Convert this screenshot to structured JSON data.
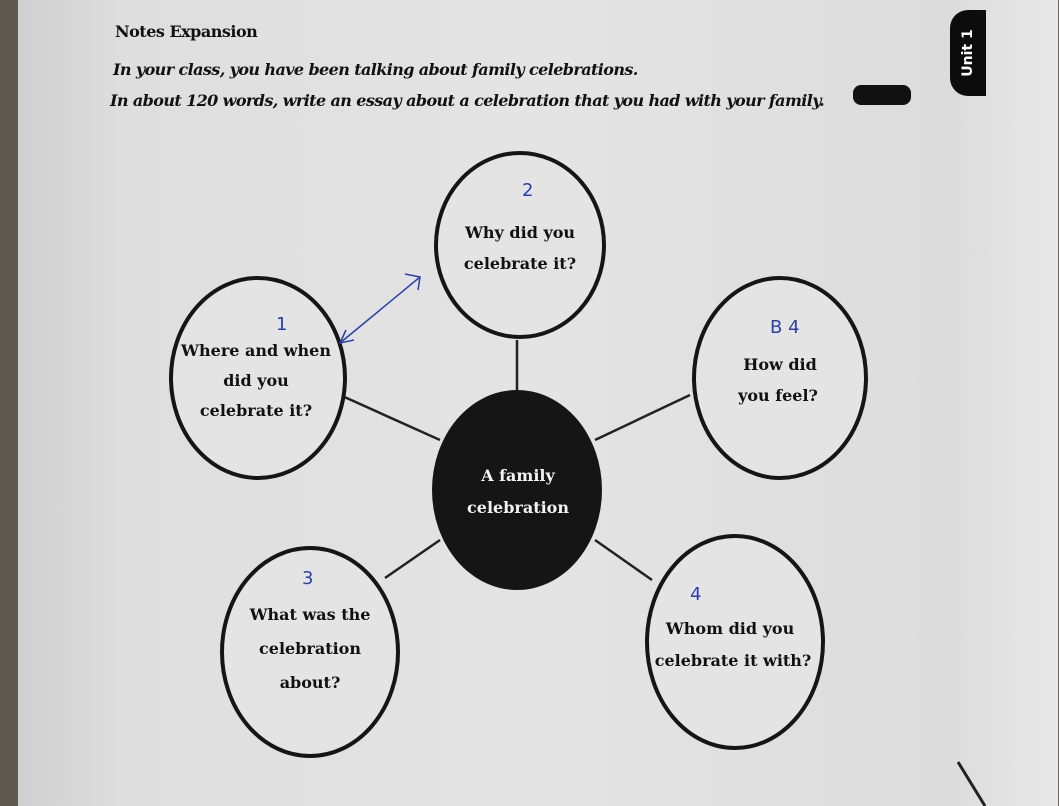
{
  "header": {
    "title": "Notes Expansion",
    "line1": "In your class, you have been talking about family celebrations.",
    "line2": "In about 120 words, write an essay about a celebration that you had with your family.",
    "unit_tab": "Unit 1"
  },
  "diagram": {
    "center": [
      "A family",
      "celebration"
    ],
    "nodes": [
      {
        "id": "why",
        "lines": [
          "Why did you",
          "celebrate it?"
        ],
        "handwritten": "2"
      },
      {
        "id": "where",
        "lines": [
          "Where and when",
          "did you",
          "celebrate it?"
        ],
        "handwritten": "1"
      },
      {
        "id": "feel",
        "lines": [
          "How did",
          "you feel?"
        ],
        "handwritten": "B 4"
      },
      {
        "id": "what",
        "lines": [
          "What was the",
          "celebration",
          "about?"
        ],
        "handwritten": "3"
      },
      {
        "id": "whom",
        "lines": [
          "Whom did you",
          "celebrate it with?"
        ],
        "handwritten": "4"
      }
    ],
    "colors": {
      "center_fill": "#151515",
      "ink": "#2a3fae"
    }
  }
}
